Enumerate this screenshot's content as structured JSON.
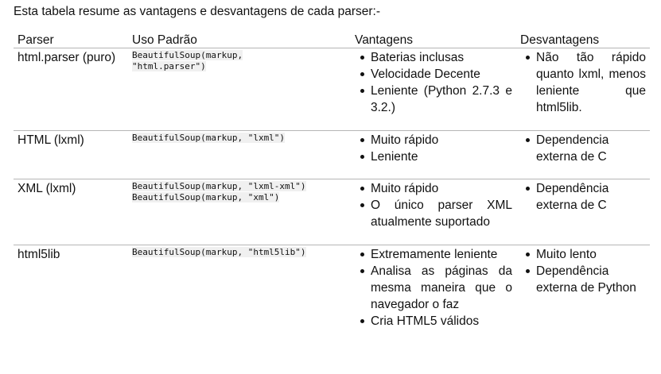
{
  "intro": "Esta tabela resume as vantagens e desvantagens de cada parser:-",
  "headers": {
    "parser": "Parser",
    "usage": "Uso Padrão",
    "advantages": "Vantagens",
    "disadvantages": "Desvantagens"
  },
  "rows": [
    {
      "parser": "html.parser (puro)",
      "code": [
        "BeautifulSoup(markup,",
        "\"html.parser\")"
      ],
      "advantages": [
        "Baterias inclusas",
        "Velocidade Decente",
        "Leniente (Python 2.7.3 e 3.2.)"
      ],
      "disadvantages": [
        "Não tão rápido quanto lxml, menos leniente que html5lib."
      ]
    },
    {
      "parser": "HTML (lxml)",
      "code": [
        "BeautifulSoup(markup, \"lxml\")"
      ],
      "advantages": [
        "Muito rápido",
        "Leniente"
      ],
      "disadvantages": [
        "Dependencia externa de C"
      ]
    },
    {
      "parser": "XML (lxml)",
      "code": [
        "BeautifulSoup(markup, \"lxml-xml\")",
        "BeautifulSoup(markup, \"xml\")"
      ],
      "advantages": [
        "Muito rápido",
        "O único parser XML atualmente suportado"
      ],
      "disadvantages": [
        "Dependência externa de C"
      ]
    },
    {
      "parser": "html5lib",
      "code": [
        "BeautifulSoup(markup, \"html5lib\")"
      ],
      "advantages": [
        "Extremamente leniente",
        "Analisa as páginas da mesma maneira que o navegador o faz",
        "Cria HTML5 válidos"
      ],
      "disadvantages": [
        "Muito lento",
        "Dependência externa de Python"
      ]
    }
  ]
}
